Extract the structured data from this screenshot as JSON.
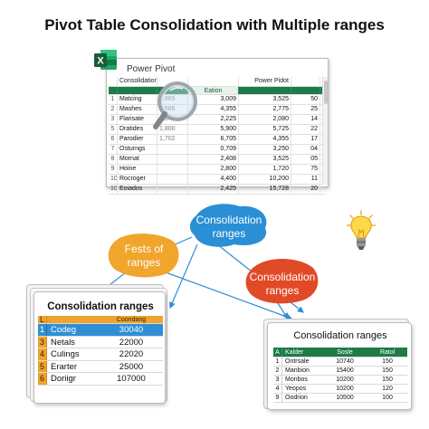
{
  "title": "Pivot Table Consolidation with Multiple ranges",
  "sheet": {
    "caption": "Power Pivot",
    "header": [
      "",
      "Consolidation",
      "",
      "",
      "Power Pidot",
      ""
    ],
    "green_row": [
      "",
      "",
      "",
      "Eation",
      "",
      ""
    ],
    "rows": [
      [
        "1",
        "Matcing",
        "3,865",
        "3,009",
        "3,525",
        "50"
      ],
      [
        "2",
        "Mashes",
        "2,585",
        "4,355",
        "2,775",
        "25"
      ],
      [
        "3",
        "Flarisate",
        "4,840",
        "2,225",
        "2,080",
        "14"
      ],
      [
        "5",
        "Dratides",
        "1,800",
        "5,900",
        "5,725",
        "22"
      ],
      [
        "6",
        "Parodier",
        "1,702",
        "6,705",
        "4,355",
        "17"
      ],
      [
        "7",
        "Osturngs",
        "",
        "0,709",
        "3,250",
        "04"
      ],
      [
        "8",
        "Mornat",
        "",
        "2,408",
        "3,525",
        "05"
      ],
      [
        "9",
        "Hoine",
        "",
        "2,800",
        "1,720",
        "75"
      ],
      [
        "10",
        "Rocroger",
        "",
        "4,400",
        "10,200",
        "11"
      ],
      [
        "10",
        "Eoiados",
        "",
        "2,425",
        "15,728",
        "20"
      ]
    ]
  },
  "bubbles": {
    "blue": "Consolidation\nranges",
    "orange": "Fests of\nranges",
    "red": "Consolidation\nranges"
  },
  "left_table": {
    "title": "Consolidation ranges",
    "header": [
      "L",
      "",
      "Coondang"
    ],
    "rows": [
      [
        "1",
        "Codeg",
        "30040"
      ],
      [
        "3",
        "Netals",
        "22000"
      ],
      [
        "4",
        "Culings",
        "22020"
      ],
      [
        "5",
        "Erarter",
        "25000"
      ],
      [
        "6",
        "Doriigr",
        "107000"
      ]
    ]
  },
  "right_table": {
    "title": "Consolidation ranges",
    "header": [
      "A",
      "Kalder",
      "Sosle",
      "Ratol"
    ],
    "rows": [
      [
        "1",
        "Ontrsale",
        "10740",
        "150"
      ],
      [
        "2",
        "Manbion",
        "15400",
        "150"
      ],
      [
        "3",
        "Monbos",
        "10200",
        "150"
      ],
      [
        "4",
        "Yeopos",
        "10200",
        "120"
      ],
      [
        "9",
        "Oodrion",
        "10500",
        "100"
      ]
    ]
  },
  "colors": {
    "excel_green": "#1e7b47",
    "blue_bubble": "#2a8fd4",
    "orange_bubble": "#f0a52c",
    "red_bubble": "#e14a26",
    "arrow": "#2f8fd6"
  },
  "icons": [
    "excel-icon",
    "magnifier-icon",
    "lightbulb-icon"
  ]
}
